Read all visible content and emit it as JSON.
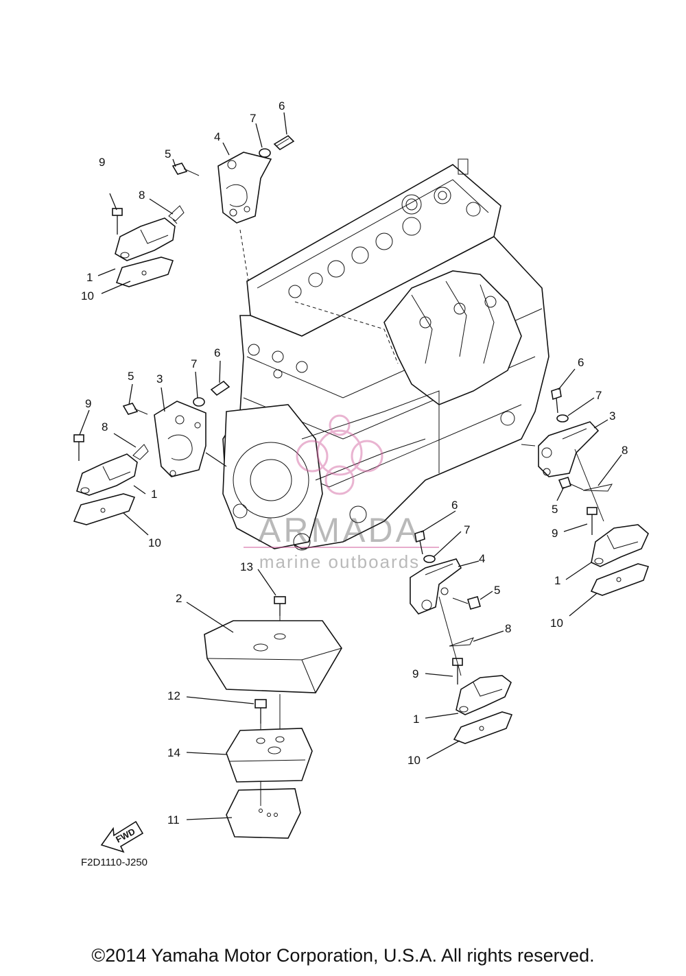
{
  "diagram": {
    "code": "F2D1110-J250",
    "fwd_label": "FWD",
    "watermark": {
      "brand": "ARMADA",
      "tagline": "marine outboards"
    },
    "callouts": [
      "1",
      "2",
      "3",
      "4",
      "5",
      "6",
      "7",
      "8",
      "9",
      "10",
      "11",
      "12",
      "13",
      "14"
    ]
  },
  "footer": {
    "copyright": "©2014 Yamaha Motor Corporation, U.S.A. All rights reserved."
  }
}
